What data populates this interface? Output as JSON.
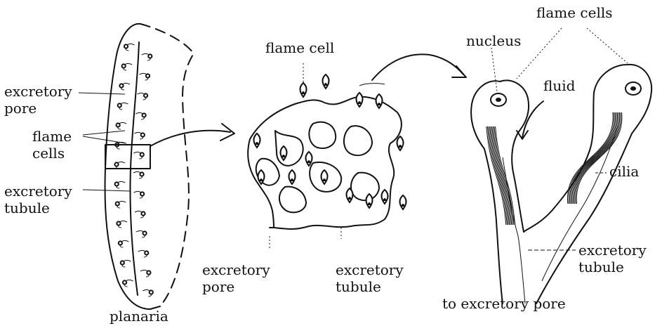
{
  "panels": {
    "planaria": {
      "labels": {
        "excretory_pore": "excretory\npore",
        "flame_cells": "flame\ncells",
        "excretory_tubule": "excretory\ntubule",
        "caption": "planaria"
      }
    },
    "network": {
      "labels": {
        "flame_cell": "flame cell",
        "excretory_pore": "excretory\npore",
        "excretory_tubule": "excretory\ntubule"
      }
    },
    "detail": {
      "labels": {
        "flame_cells": "flame cells",
        "nucleus": "nucleus",
        "fluid": "fluid",
        "cilia": "cilia",
        "excretory_tubule": "excretory\ntubule",
        "to_excretory_pore": "to excretory pore"
      }
    }
  }
}
